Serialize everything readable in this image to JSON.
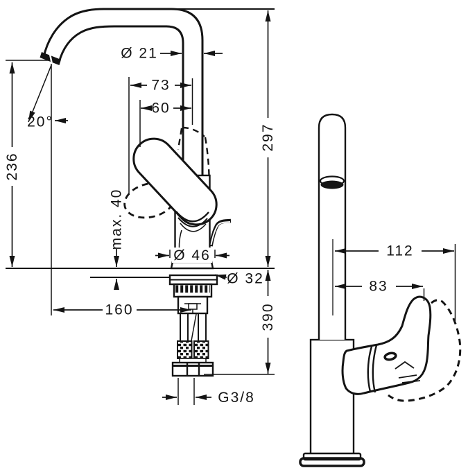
{
  "drawing": {
    "description": "faucet-technical-dimension-drawing",
    "colors": {
      "line": "#141414",
      "background": "#ffffff"
    },
    "dims": {
      "spout_diameter": "Ø 21",
      "reach_73": "73",
      "reach_60": "60",
      "total_height": "297",
      "spout_height": "236",
      "swivel_angle": "20°",
      "max_deck_thickness": "max. 40",
      "base_diameter": "Ø 46",
      "hole_diameter": "Ø 32",
      "tip_to_axis": "160",
      "below_deck_height": "390",
      "thread_size": "G3/8",
      "side_reach_112": "112",
      "side_reach_83": "83"
    }
  }
}
